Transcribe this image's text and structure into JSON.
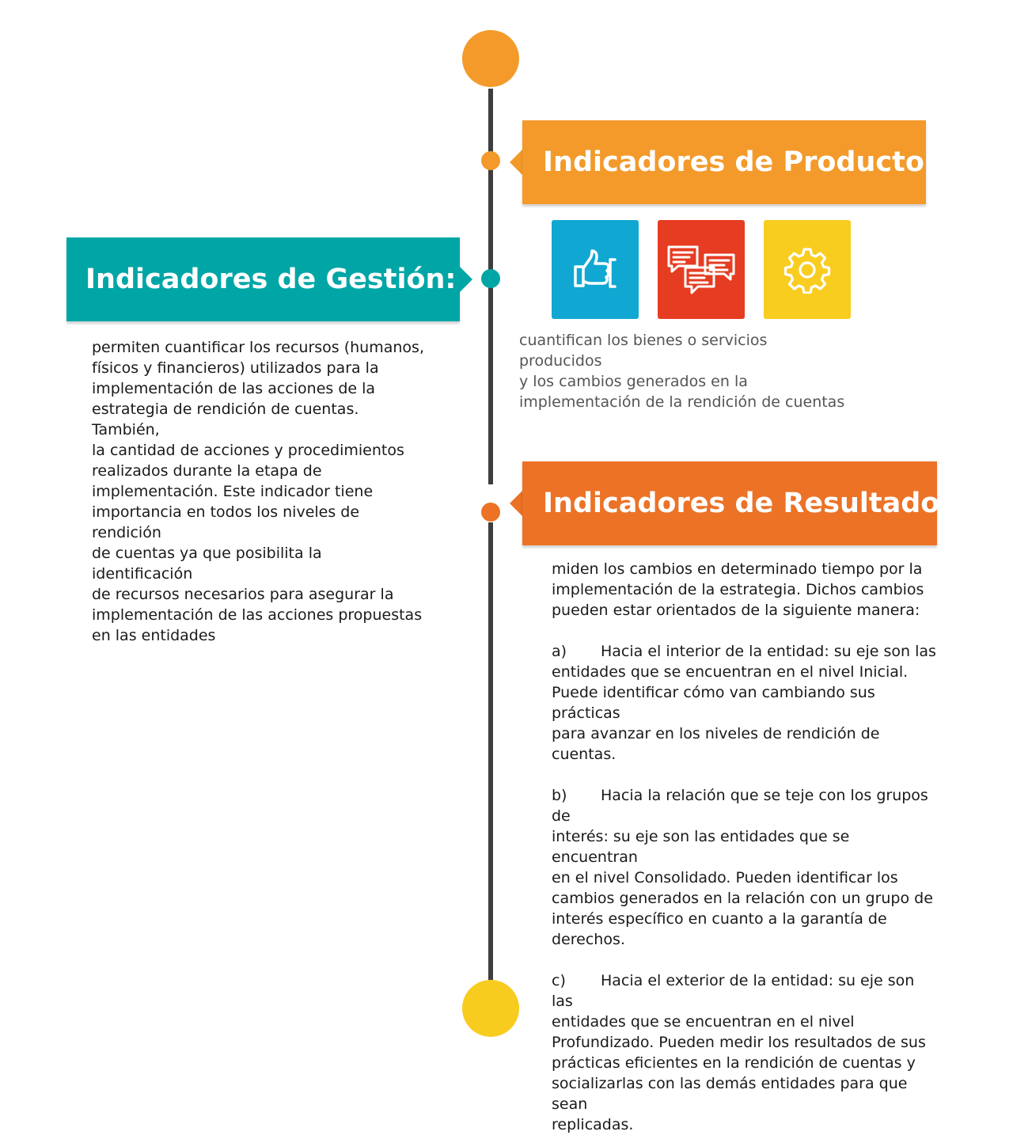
{
  "gestion": {
    "title": "Indicadores de Gestión:",
    "color": "#00a6a6",
    "lines": [
      "permiten cuantificar los recursos (humanos,",
      "físicos y financieros) utilizados para la",
      "implementación de las acciones de la",
      "estrategia de rendición de cuentas. También,",
      "la cantidad de acciones y procedimientos",
      "realizados durante la etapa de",
      "implementación.  Este indicador tiene",
      "importancia en todos los niveles de rendición",
      "de cuentas ya que posibilita la identificación",
      "de recursos necesarios para asegurar la",
      "implementación de las acciones propuestas",
      "en las entidades"
    ]
  },
  "producto": {
    "title": "Indicadores de Producto:",
    "color": "#f39a2b",
    "icons": [
      "thumbs-up-icon",
      "chat-bubbles-icon",
      "gear-icon"
    ],
    "lines": [
      "cuantifican los bienes o servicios producidos",
      "y los cambios generados en la",
      "implementación de la rendición de cuentas"
    ]
  },
  "resultado": {
    "title": "Indicadores de Resultado:",
    "color": "#ec7226",
    "intro_lines": [
      "miden los cambios en determinado tiempo por la",
      "implementación de la estrategia. Dichos cambios",
      "pueden estar orientados de la siguiente manera:"
    ],
    "items": [
      {
        "label": "a)",
        "first": "Hacia el interior de la entidad: su eje son las",
        "rest": [
          "entidades que se encuentran en el nivel Inicial.",
          "Puede identificar cómo van cambiando sus prácticas",
          "para avanzar en los niveles de rendición de cuentas."
        ]
      },
      {
        "label": "b)",
        "first": "Hacia la relación que se teje con los grupos de",
        "rest": [
          "interés: su eje son las entidades que se encuentran",
          "en el nivel Consolidado. Pueden identificar los",
          "cambios generados en la relación con un grupo de",
          "interés específico en cuanto a la garantía de",
          "derechos."
        ]
      },
      {
        "label": "c)",
        "first": "Hacia el exterior de la entidad: su eje son las",
        "rest": [
          "entidades que se encuentran en el nivel",
          "Profundizado. Pueden medir los resultados de sus",
          "prácticas eficientes en la rendición de cuentas y",
          "socializarlas con las demás entidades para que sean",
          "replicadas."
        ]
      }
    ]
  }
}
